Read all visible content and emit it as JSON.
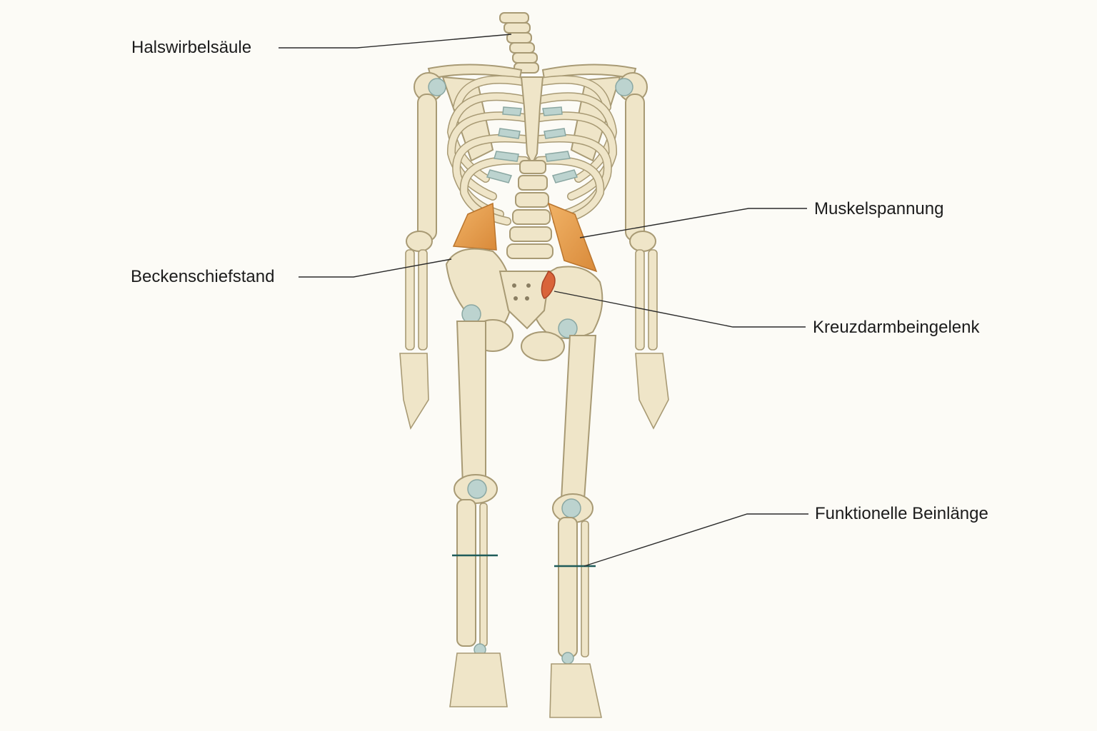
{
  "labels": {
    "cervical_spine": "Halswirbelsäule",
    "muscle_tension": "Muskelspannung",
    "pelvic_obliquity": "Beckenschiefstand",
    "sacroiliac_joint": "Kreuzdarmbeingelenk",
    "functional_leg_length": "Funktionelle Beinlänge"
  },
  "colors": {
    "bone": "#efe5c8",
    "cartilage": "#bcd3cf",
    "muscle": "#e8a050",
    "sacroiliac_highlight": "#d9643a",
    "leg_length_marker": "#1f5c5a"
  }
}
